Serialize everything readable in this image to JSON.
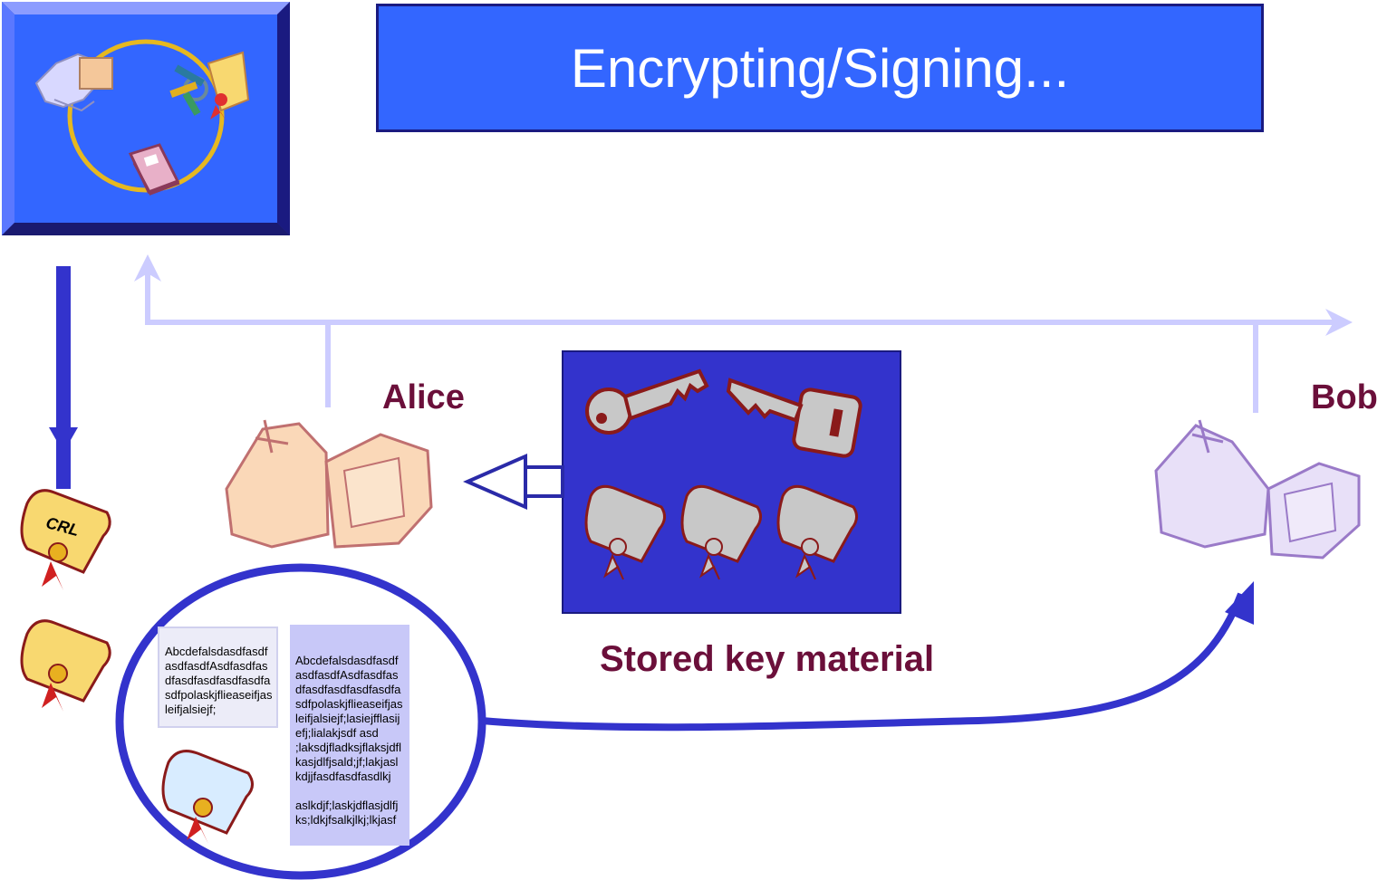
{
  "title": "Encrypting/Signing...",
  "parties": {
    "sender": "Alice",
    "receiver": "Bob"
  },
  "key_store": {
    "label": "Stored key material",
    "keys": 2,
    "certificates": 3
  },
  "crl_label": "CRL",
  "documents": {
    "plaintext": "Abcdefalsdasdfasdf\nasdfasdfAsdfasdfas\ndfasdfasdfasdfasdfa\nsdfpolaskjflieaseifjas\nleifjalsiejf;",
    "ciphertext": "Abcdefalsdasdfasdf\nasdfasdfAsdfasdfas\ndfasdfasdfasdfasdfa\nsdfpolaskjflieaseifjas\nleifjalsiejf;lasiejfflasij\nefj;lialakjsdf asd\n;laksdjfladksjflaksjdfl\nkasjdlfjsald;jf;lakjasl\nkdjjfasdfasdfasdlkj\n\naslkdjf;laskjdflasjdlfj\nks;ldkjfsalkjlkj;lkjasf"
  },
  "colors": {
    "title_bg": "#3366ff",
    "ca_box": "#3366ff",
    "key_store_bg": "#3333cc",
    "label": "#6b0f3a",
    "light_arrow": "#ccccff",
    "dark_arrow": "#3333cc"
  }
}
